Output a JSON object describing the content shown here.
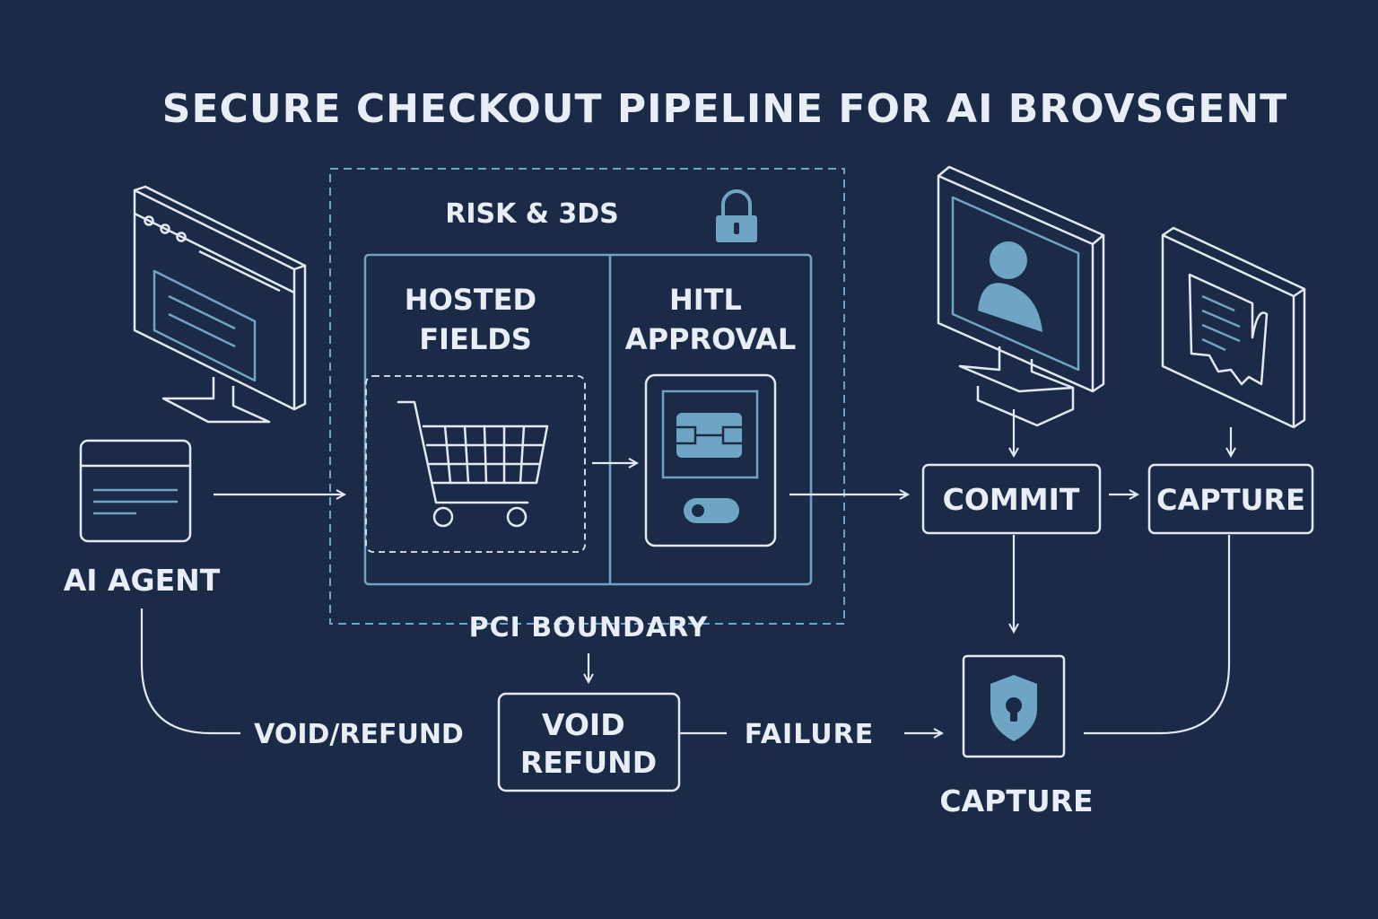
{
  "title": "SECURE CHECKOUT PIPELINE FOR AI BROVSGENT",
  "pci_group": {
    "top_label": "RISK & 3DS",
    "bottom_label": "PCI BOUNDARY",
    "hosted_fields": [
      "HOSTED",
      "FIELDS"
    ],
    "hitl_approval": [
      "HITL",
      "APPROVAL"
    ]
  },
  "agent": {
    "label": "AI AGENT"
  },
  "commit": {
    "label": "COMMIT"
  },
  "capture_top": {
    "label": "CAPTURE"
  },
  "capture_bottom": {
    "label": "CAPTURE"
  },
  "void_refund": {
    "lines": [
      "VOID",
      "REFUND"
    ]
  },
  "edge_labels": {
    "void_refund": "VOID/REFUND",
    "failure": "FAILURE"
  },
  "icons": [
    "browser-monitor-icon",
    "agent-window-icon",
    "lock-icon",
    "shopping-cart-icon",
    "card-terminal-icon",
    "user-monitor-icon",
    "receipt-tablet-icon",
    "shield-keyhole-icon"
  ],
  "colors": {
    "background": "#1b2a47",
    "line": "#e4e9f1",
    "accent": "#6fa5c4",
    "text": "#e9eef6"
  }
}
